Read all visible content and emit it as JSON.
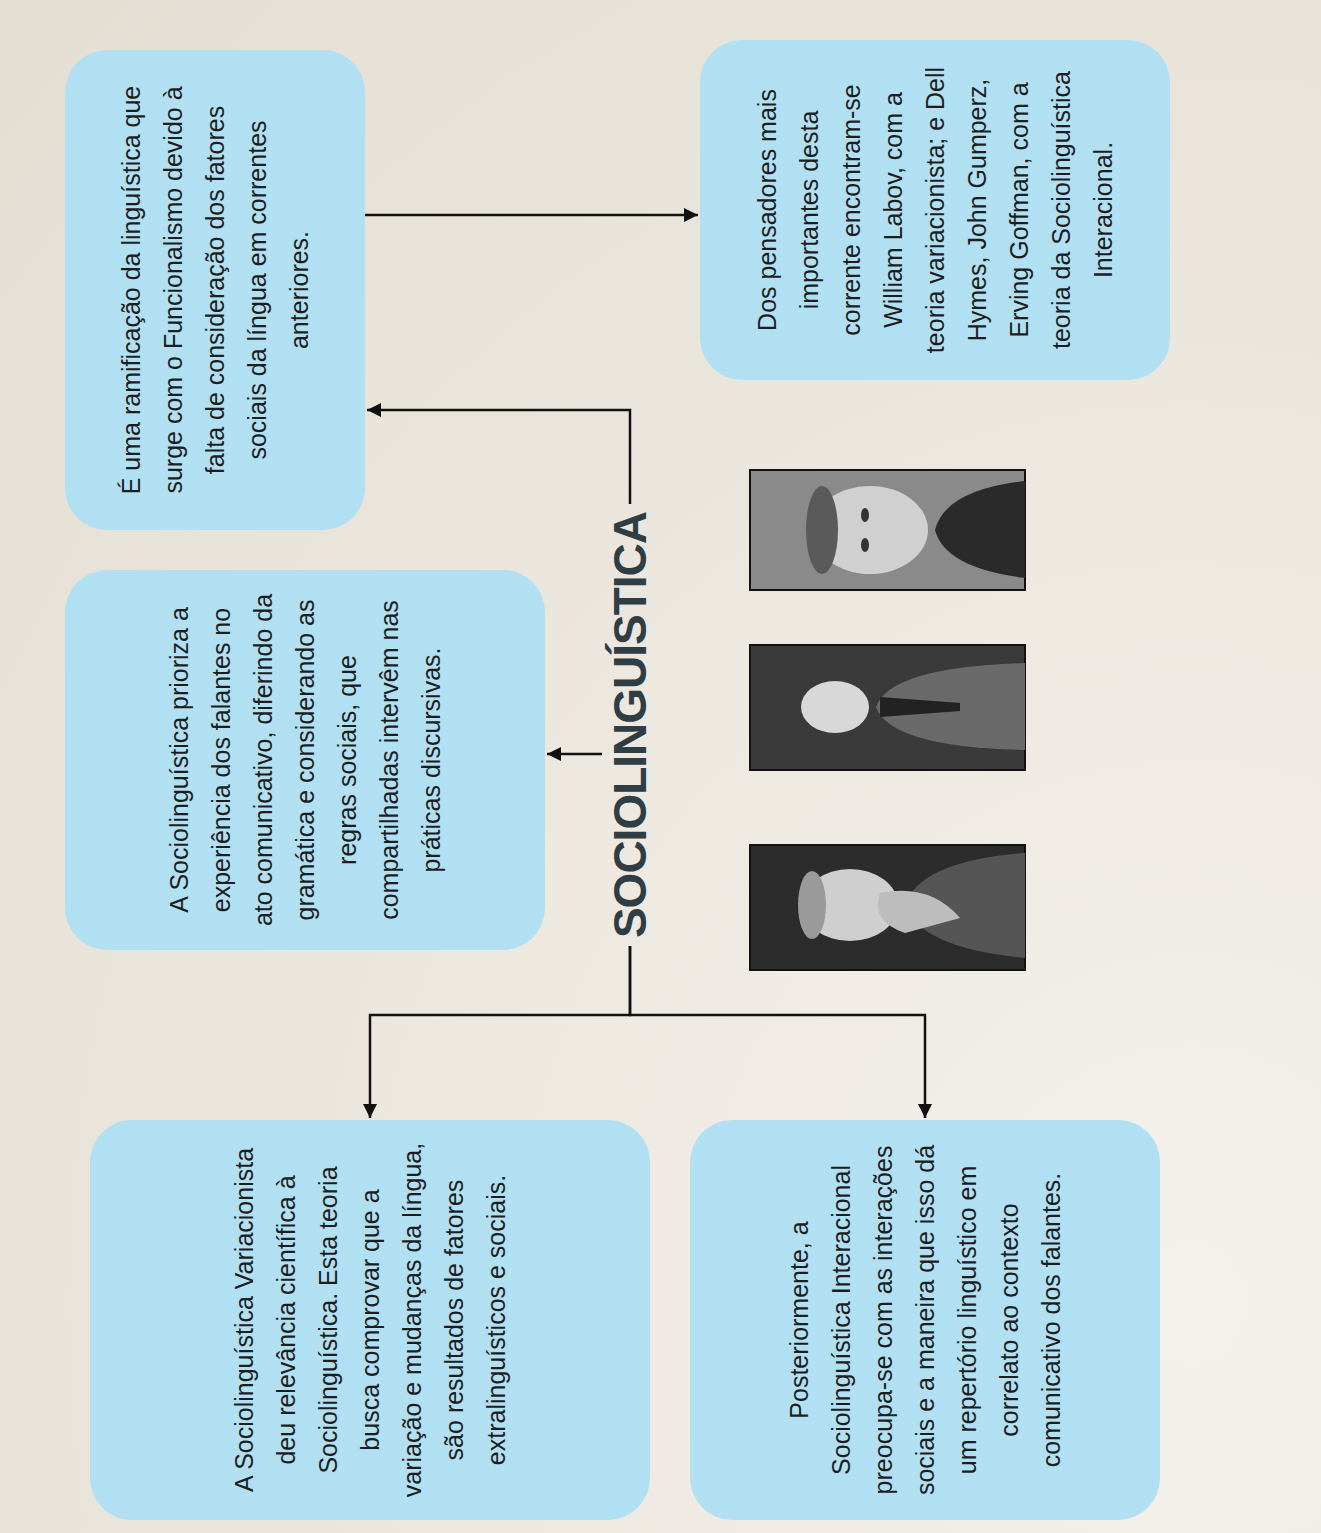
{
  "diagram": {
    "nodes": [
      {
        "text": [
          "SOCIOLINGUÍSTICA"
        ]
      },
      {
        "text": [
          "É uma ramificação da linguística que surge com o Funcionalismo devido à falta de consideração dos fatores sociais da língua em correntes anteriores."
        ]
      },
      {
        "text": [
          "Dos pensadores mais importantes desta corrente encontram-se William Labov, com a teoria variacionista; e Dell Hymes, John Gumperz, Erving Goffman, com a teoria da Sociolinguística Interacional."
        ]
      },
      {
        "text": [
          "A Sociolinguística prioriza a experiência dos falantes no ato comunicativo, diferindo da gramática e considerando as regras sociais, que compartilhadas intervêm nas práticas discursivas."
        ]
      },
      {
        "text": [
          "A Sociolinguística Variacionista deu relevância científica à Sociolinguística. Esta teoria busca comprovar que a variação e mudanças da língua, são resultados de fatores extralinguísticos e sociais."
        ]
      },
      {
        "text": [
          "Posteriormente, a Sociolinguística Interacional preocupa-se com as interações sociais e a maneira que isso dá um repertório linguístico em correlato ao contexto comunicativo dos falantes."
        ]
      }
    ],
    "edges": [
      {
        "from": 0,
        "to": 1,
        "arrow": "to"
      },
      {
        "from": 1,
        "to": 2,
        "arrow": "to"
      },
      {
        "from": 0,
        "to": 3,
        "arrow": "to"
      },
      {
        "from": 0,
        "to": 4,
        "arrow": "to"
      },
      {
        "from": 0,
        "to": 5,
        "arrow": "to"
      }
    ]
  }
}
